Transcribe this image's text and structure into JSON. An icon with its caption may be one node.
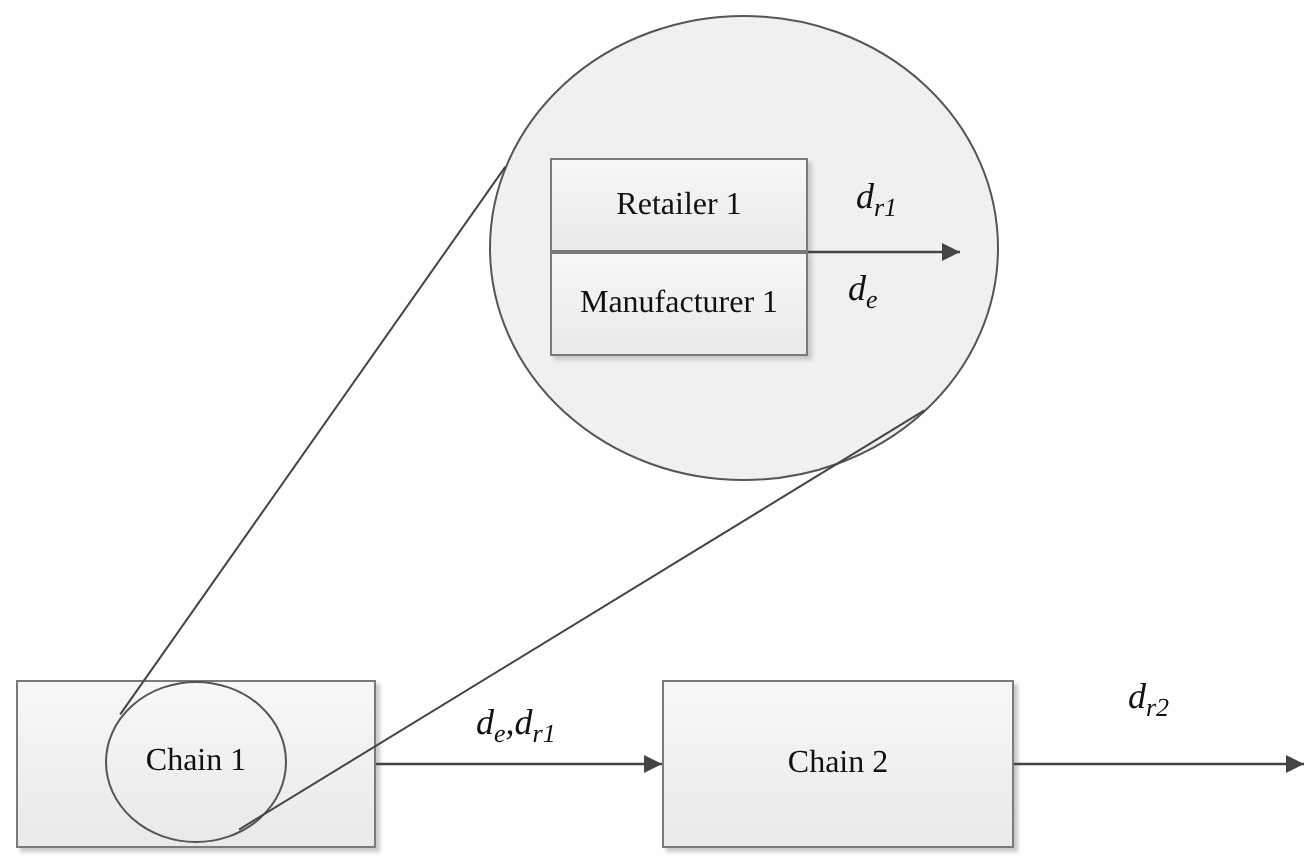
{
  "diagram": {
    "nodes": [
      {
        "text": [],
        "shape": "circle"
      },
      {
        "text": [
          "Retailer 1"
        ],
        "in": 0
      },
      {
        "text": [
          "Manufacturer 1"
        ],
        "in": 0
      },
      {
        "text": [],
        "shape": "box"
      },
      {
        "text": [
          "Chain 1"
        ],
        "in": 3
      },
      {
        "text": [
          "Chain 2"
        ]
      }
    ],
    "edges": [
      {
        "from": 4,
        "to": 0,
        "arrow": "none"
      },
      {
        "from": 4,
        "to": 0,
        "arrow": "none"
      },
      {
        "from": 1,
        "to": null,
        "arrow": "to",
        "label": "d$_{r1}$"
      },
      {
        "from": 3,
        "to": 5,
        "arrow": "to",
        "label": "d$_{e}$,d$_{r1}$"
      },
      {
        "from": 5,
        "to": null,
        "arrow": "to",
        "label": "d$_{r2}$"
      }
    ],
    "labels": [
      "d$_{e}$"
    ]
  }
}
